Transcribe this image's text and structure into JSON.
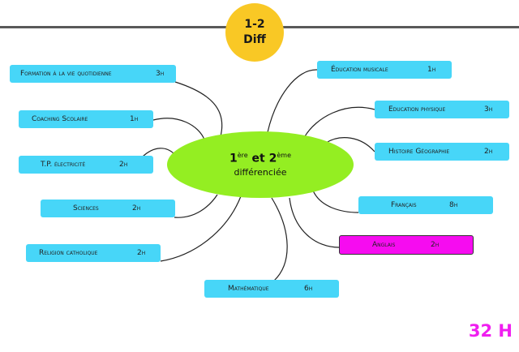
{
  "badge": {
    "line1": "1-2",
    "line2": "Diff"
  },
  "center": {
    "n1": "1",
    "sup1": "ère",
    "mid": " et 2",
    "sup2": "ème",
    "line2": "différenciée"
  },
  "nodes": [
    {
      "name": "Formation à la vie quotidienne",
      "hours": "3h"
    },
    {
      "name": "Coaching Scolaire",
      "hours": "1h"
    },
    {
      "name": "T.P. électricité",
      "hours": "2h"
    },
    {
      "name": "Sciences",
      "hours": "2h"
    },
    {
      "name": "Religion catholique",
      "hours": "2h"
    },
    {
      "name": "Mathématique",
      "hours": "6h"
    },
    {
      "name": "Éducation musicale",
      "hours": "1h"
    },
    {
      "name": "Education physique",
      "hours": "3h"
    },
    {
      "name": "Histoire Géographie",
      "hours": "2h"
    },
    {
      "name": "Français",
      "hours": "8h"
    },
    {
      "name": "Anglais",
      "hours": "2h"
    }
  ],
  "total": "32 H",
  "colors": {
    "node": "#47d6f8",
    "highlight": "#f60cf0",
    "center": "#94ee22",
    "badge": "#f9c825",
    "total": "#f01ef0"
  }
}
